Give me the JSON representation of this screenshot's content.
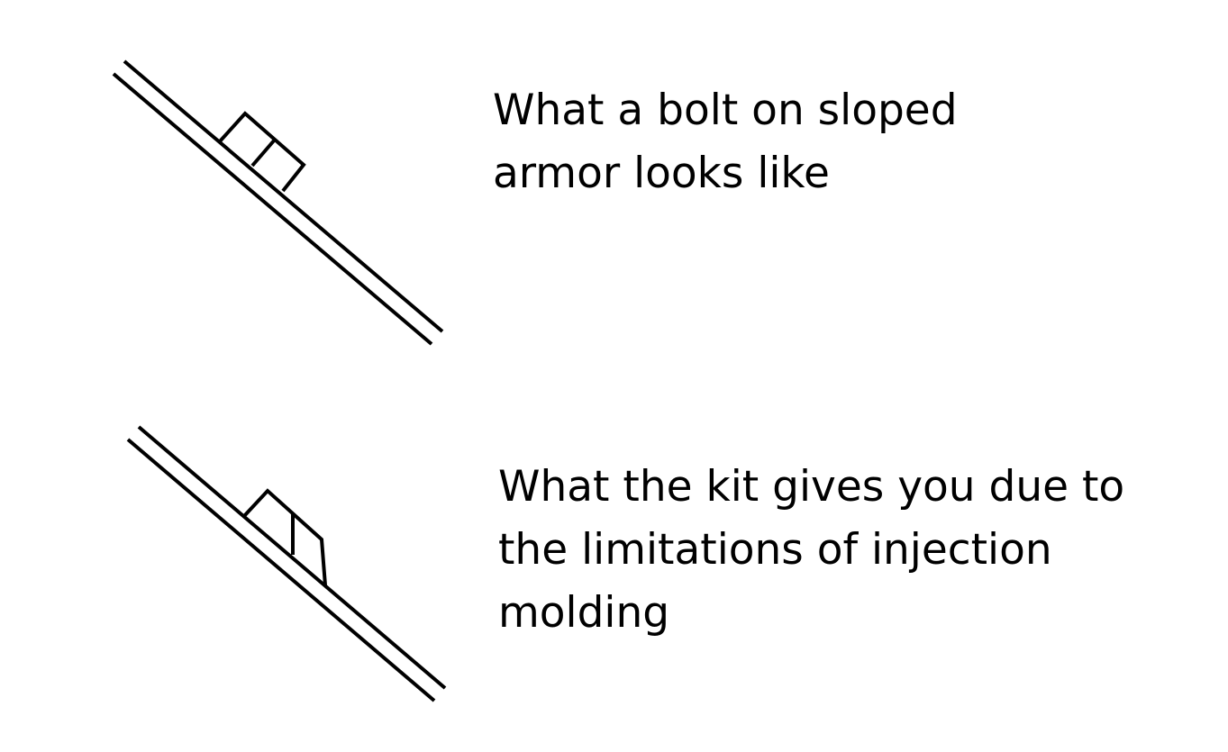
{
  "top_panel": {
    "caption_lines": [
      "What a bolt on sloped",
      "armor looks like"
    ]
  },
  "bottom_panel": {
    "caption_lines": [
      "What the kit gives you due to",
      "the limitations of injection",
      "molding"
    ]
  },
  "colors": {
    "background": "#ffffff",
    "ink": "#000000"
  }
}
